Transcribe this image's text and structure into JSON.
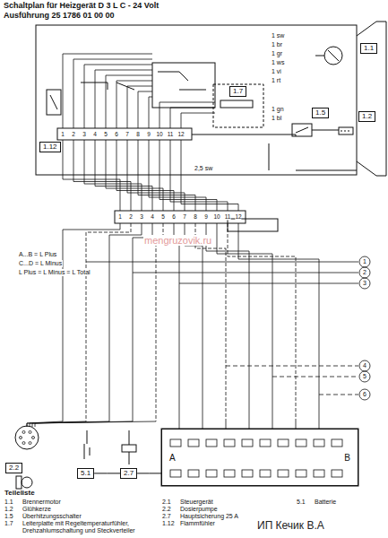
{
  "diagram": {
    "title": "Schaltplan für Heizgerät D 3 L C - 24 Volt",
    "nodes": [
      {
        "text": [
          "1.1"
        ]
      },
      {
        "text": [
          "1.12"
        ]
      },
      {
        "text": [
          "1.7"
        ]
      },
      {
        "text": [
          "1.5"
        ]
      },
      {
        "text": [
          "1.2"
        ]
      },
      {
        "text": [
          "2.2"
        ]
      },
      {
        "text": [
          "5.1"
        ]
      },
      {
        "text": [
          "2.7"
        ]
      },
      {
        "text": [
          "A",
          "B"
        ]
      }
    ],
    "edges": [
      {
        "from": 6,
        "to": 7,
        "arrow": "none"
      },
      {
        "from": 7,
        "to": 8,
        "arrow": "none"
      }
    ],
    "labels": [
      "Ausführung 25 1786 01 00 00",
      "1 sw",
      "1 br",
      "1 gr",
      "1 ws",
      "1 vi",
      "1 rt",
      "1 gn",
      "1 bl",
      "1",
      "2",
      "3",
      "4",
      "5",
      "6",
      "7",
      "8",
      "9",
      "10",
      "11",
      "12",
      "1",
      "2",
      "3",
      "4",
      "5",
      "6",
      "7",
      "8",
      "9",
      "10",
      "11",
      "12",
      "2,5 sw",
      "A...B = L Plus",
      "C...D = L Minus",
      "L Plus = L Minus = L Total",
      "1",
      "2",
      "3",
      "4",
      "5",
      "6",
      "mengruzovik.ru",
      "Teileliste",
      "1.1",
      "Brennermotor",
      "1.2",
      "Glühkerze",
      "1.5",
      "Überhitzungsschalter",
      "1.7",
      "Leiterplatte mit Regeltemperaturfühler, Drehzahlumschaltung und Steckverteiler",
      "2.1",
      "Steuergerät",
      "2.2",
      "Dosierpumpe",
      "2.7",
      "Hauptsicherung 25 A",
      "1.12",
      "Flammfühler",
      "5.1",
      "Batterie",
      "ИП Кечик В.А"
    ]
  }
}
